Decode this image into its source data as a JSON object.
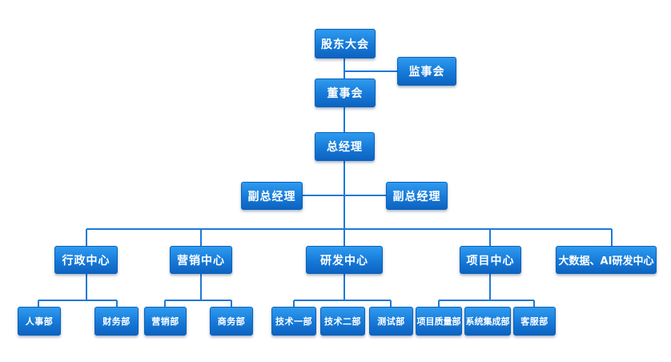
{
  "nodes": {
    "gudong": "股东大会",
    "jianshi": "监事会",
    "dongshi": "董事会",
    "zongjingli": "总经理",
    "fuzong_left": "副总经理",
    "fuzong_right": "副总经理",
    "xingzheng": "行政中心",
    "yingxiao": "营销中心",
    "yanfa": "研发中心",
    "xiangmu": "项目中心",
    "dashuju": "大数据、AI研发中心",
    "renshi": "人事部",
    "caiwu": "财务部",
    "yingxiaobu": "营销部",
    "shangwu": "商务部",
    "jishu1": "技术一部",
    "jishu2": "技术二部",
    "ceshi": "测试部",
    "zhiliang": "项目质量部",
    "jicheng": "系统集成部",
    "kefu": "客服部"
  },
  "colors": {
    "box": "#1679d8",
    "line": "#1f7ad6",
    "text": "#ffffff"
  }
}
